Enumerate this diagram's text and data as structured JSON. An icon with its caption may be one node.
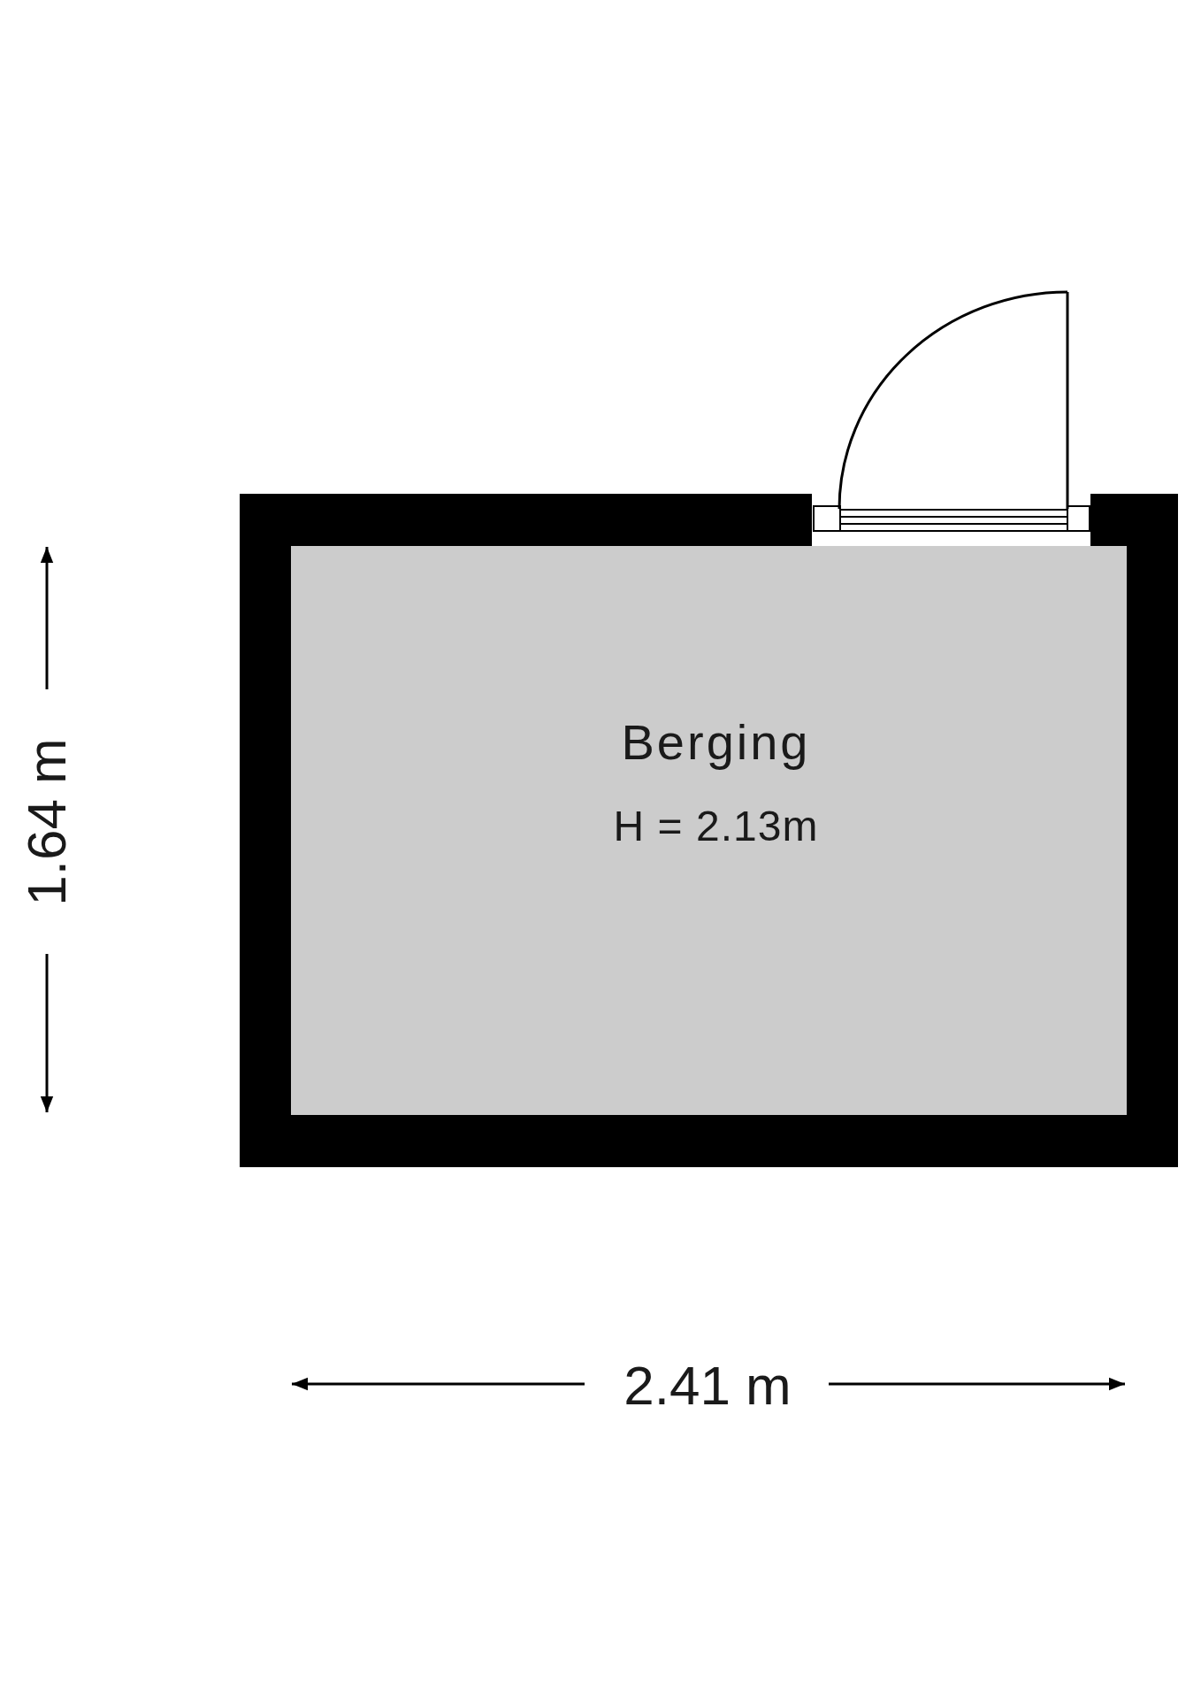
{
  "diagram": {
    "nodes": [
      {
        "text": [
          "Berging",
          "H = 2.13m"
        ]
      }
    ],
    "labels": [
      "1.64 m",
      "2.41 m"
    ]
  }
}
